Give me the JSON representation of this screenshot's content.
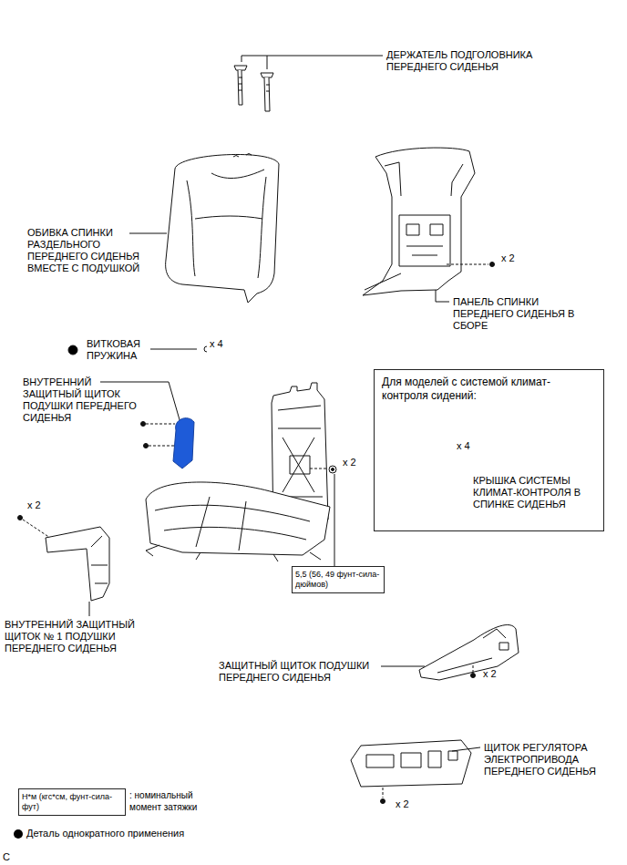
{
  "diagram": {
    "nodes": [
      {
        "text": [
          "Для моделей с системой климат-контроля сидений:",
          "x 4",
          "КРЫШКА СИСТЕМЫ КЛИМАТ-КОНТРОЛЯ В СПИНКЕ СИДЕНЬЯ"
        ]
      },
      {
        "text": [
          "5,5 (56, 49 фунт-сила-дюймов)"
        ]
      },
      {
        "text": [
          "Н*м (кгс*см, фунт-сила-фут)"
        ]
      }
    ],
    "labels": [
      "ДЕРЖАТЕЛЬ ПОДГОЛОВНИКА ПЕРЕДНЕГО СИДЕНЬЯ",
      "ОБИВКА СПИНКИ РАЗДЕЛЬНОГО ПЕРЕДНЕГО СИДЕНЬЯ ВМЕСТЕ С ПОДУШКОЙ",
      "x 2",
      "ПАНЕЛЬ СПИНКИ ПЕРЕДНЕГО СИДЕНЬЯ В СБОРЕ",
      "ВИТКОВАЯ ПРУЖИНА",
      "x 4",
      "ВНУТРЕННИЙ ЗАЩИТНЫЙ ЩИТОК ПОДУШКИ ПЕРЕДНЕГО СИДЕНЬЯ",
      "x 2",
      "x 2",
      "ВНУТРЕННИЙ ЗАЩИТНЫЙ ЩИТОК № 1 ПОДУШКИ ПЕРЕДНЕГО СИДЕНЬЯ",
      "ЗАЩИТНЫЙ ЩИТОК ПОДУШКИ ПЕРЕДНЕГО СИДЕНЬЯ",
      "x 2",
      "ЩИТОК РЕГУЛЯТОРА ЭЛЕКТРОПРИВОДА ПЕРЕДНЕГО СИДЕНЬЯ",
      "x 2",
      ": номинальный момент затяжки",
      "C"
    ],
    "legend": [
      {
        "text": "Деталь однократного применения"
      }
    ]
  }
}
